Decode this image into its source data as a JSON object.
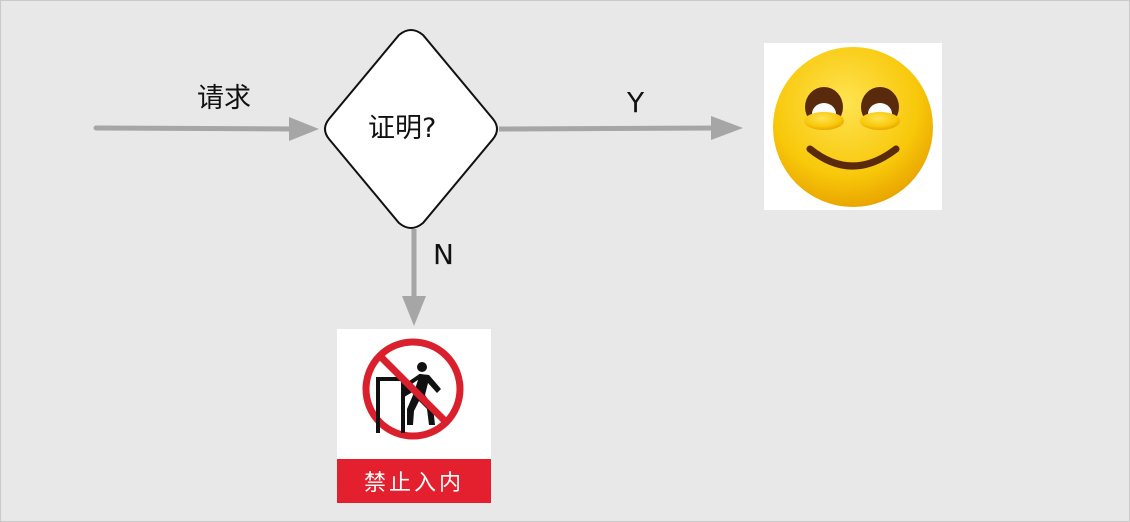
{
  "flow": {
    "input_label": "请求",
    "decision_label": "证明?",
    "yes_label": "Y",
    "no_label": "N"
  },
  "outcomes": {
    "denied_sign_text": "禁止入内",
    "accepted_icon": "smiling-face-icon",
    "denied_icon": "no-entry-person-icon"
  },
  "colors": {
    "background": "#e8e8e8",
    "arrow": "#a6a6a6",
    "sign_red": "#e5202e",
    "emoji_yellow": "#f8c80a"
  }
}
